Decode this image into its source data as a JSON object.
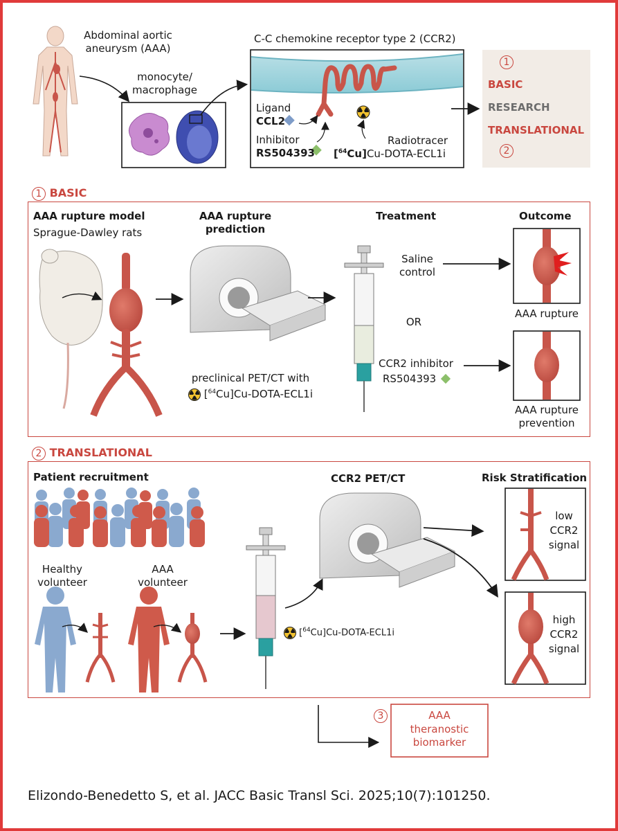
{
  "header": {
    "aaa_label": "Abdominal aortic aneurysm (AAA)",
    "monocyte_label": "monocyte/ macrophage",
    "ccr2_title": "C-C chemokine receptor type 2 (CCR2)",
    "ligand_label": "Ligand",
    "ligand_name": "CCL2",
    "inhibitor_label": "Inhibitor",
    "inhibitor_name": "RS504393",
    "radiotracer_label": "Radiotracer",
    "radiotracer_name": "Cu-DOTA-ECL1i",
    "radiotracer_isotope": "64"
  },
  "legend_box": {
    "num1": "1",
    "basic": "BASIC",
    "research": "RESEARCH",
    "translational": "TRANSLATIONAL",
    "num2": "2"
  },
  "basic": {
    "section_num": "1",
    "section_label": "BASIC",
    "model_title": "AAA rupture model",
    "model_subtitle": "Sprague-Dawley rats",
    "prediction_title": "AAA rupture prediction",
    "pet_label": "preclinical PET/CT with",
    "tracer_name": "Cu-DOTA-ECL1i",
    "tracer_isotope": "64",
    "treatment_title": "Treatment",
    "saline": "Saline control",
    "or": "OR",
    "inhibitor_label": "CCR2 inhibitor",
    "inhibitor_name": "RS504393",
    "outcome_title": "Outcome",
    "outcome1": "AAA rupture",
    "outcome2": "AAA rupture prevention"
  },
  "translational": {
    "section_num": "2",
    "section_label": "TRANSLATIONAL",
    "recruit_title": "Patient recruitment",
    "healthy": "Healthy volunteer",
    "aaa_vol": "AAA volunteer",
    "petct_title": "CCR2 PET/CT",
    "tracer_name": "Cu-DOTA-ECL1i",
    "tracer_isotope": "64",
    "risk_title": "Risk Stratification",
    "low": "low CCR2 signal",
    "high": "high CCR2 signal"
  },
  "theranostic": {
    "num": "3",
    "label": "AAA theranostic biomarker"
  },
  "citation": "Elizondo-Benedetto S, et al. JACC Basic Transl Sci. 2025;10(7):101250.",
  "colors": {
    "accent_red": "#c9473f",
    "vessel_red": "#c8554a",
    "frame_red": "#e03a3a",
    "human_blue": "#8aa9cf",
    "human_red": "#cf5a4b",
    "ligand_blue": "#7e9cc8",
    "inhibitor_green": "#8cbf6a",
    "radiation_yellow": "#f2c230"
  }
}
